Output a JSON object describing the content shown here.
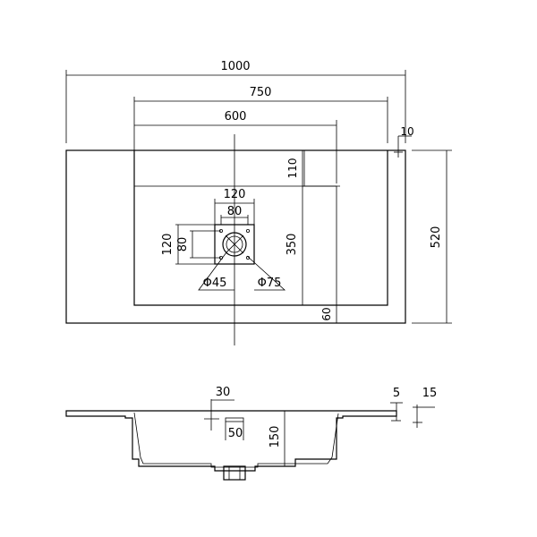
{
  "top_view": {
    "overall_width": "1000",
    "bowl_outer_width": "750",
    "bowl_inner_width": "600",
    "edge_offset": "10",
    "top_ledge": "110",
    "bowl_depth_plan": "350",
    "front_ledge": "60",
    "overall_depth": "520",
    "plate_width": "120",
    "hole_spacing": "80",
    "plate_height": "120",
    "hole_spacing_vertical": "80",
    "drain_diameter_small": "Φ45",
    "drain_diameter_large": "Φ75"
  },
  "section_view": {
    "step_depth": "30",
    "rim_thickness": "5",
    "deck_thickness": "15",
    "slot_width": "50",
    "bowl_height": "150"
  }
}
